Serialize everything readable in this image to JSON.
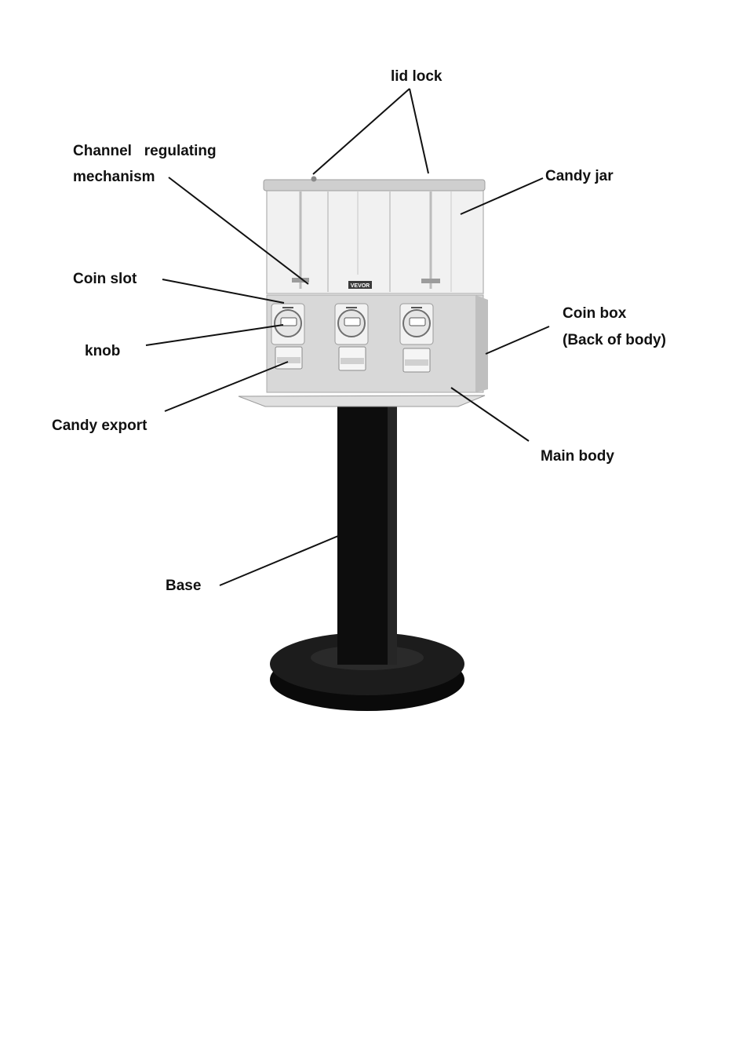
{
  "labels": {
    "lid_lock": "lid lock",
    "channel_line1": "Channel   regulating",
    "channel_line2": "mechanism",
    "candy_jar": "Candy jar",
    "coin_slot": "Coin slot",
    "coin_box_line1": "Coin box",
    "coin_box_line2": "(Back of body)",
    "knob": "knob",
    "candy_export": "Candy export",
    "main_body": "Main body",
    "base": "Base"
  },
  "brand_plate": "VEVOR",
  "colors": {
    "text": "#111111",
    "leader": "#111111",
    "body": "#d8d8d8",
    "jar": "#f1f1f1",
    "pole": "#0d0d0d"
  }
}
